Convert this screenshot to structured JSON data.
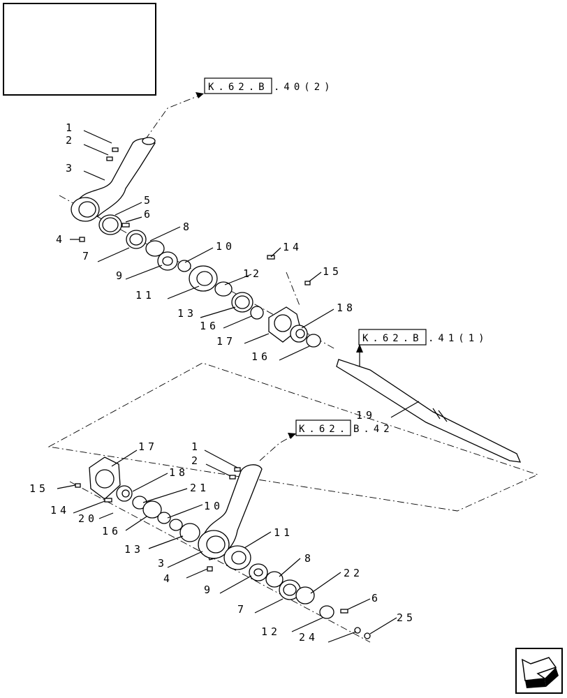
{
  "references": [
    {
      "boxed": "K.62.B",
      "suffix": ".40(2)"
    },
    {
      "boxed": "K.62.B",
      "suffix": ".41(1)"
    },
    {
      "boxed": "K.62.",
      "suffix": "B.42"
    }
  ],
  "upper_labels": [
    "1",
    "2",
    "3",
    "4",
    "5",
    "6",
    "7",
    "8",
    "9",
    "10",
    "11",
    "12",
    "13",
    "14",
    "15",
    "16",
    "17",
    "18",
    "16"
  ],
  "shaft_label": "19",
  "lower_labels": [
    "17",
    "1",
    "2",
    "18",
    "15",
    "21",
    "14",
    "20",
    "10",
    "16",
    "11",
    "13",
    "3",
    "8",
    "4",
    "9",
    "22",
    "6",
    "7",
    "25",
    "12",
    "24"
  ],
  "icons": {
    "nav": "next-page-arrow-icon"
  }
}
